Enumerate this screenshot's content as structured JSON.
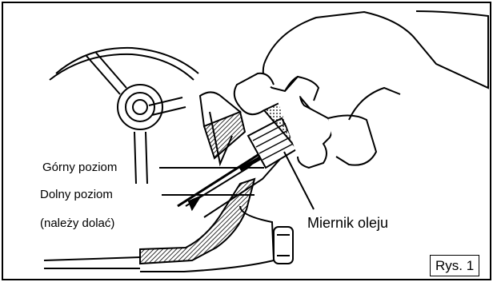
{
  "labels": {
    "upper_level": "Górny poziom",
    "lower_level": "Dolny poziom",
    "lower_note": "(należy dolać)",
    "dipstick": "Miernik oleju"
  },
  "figure": {
    "caption": "Rys. 1"
  },
  "icons": [
    "steering-wheel-icon",
    "hand-icon",
    "oil-dipstick-icon",
    "oil-pan-icon"
  ],
  "colors": {
    "line": "#000000",
    "background": "#ffffff"
  }
}
